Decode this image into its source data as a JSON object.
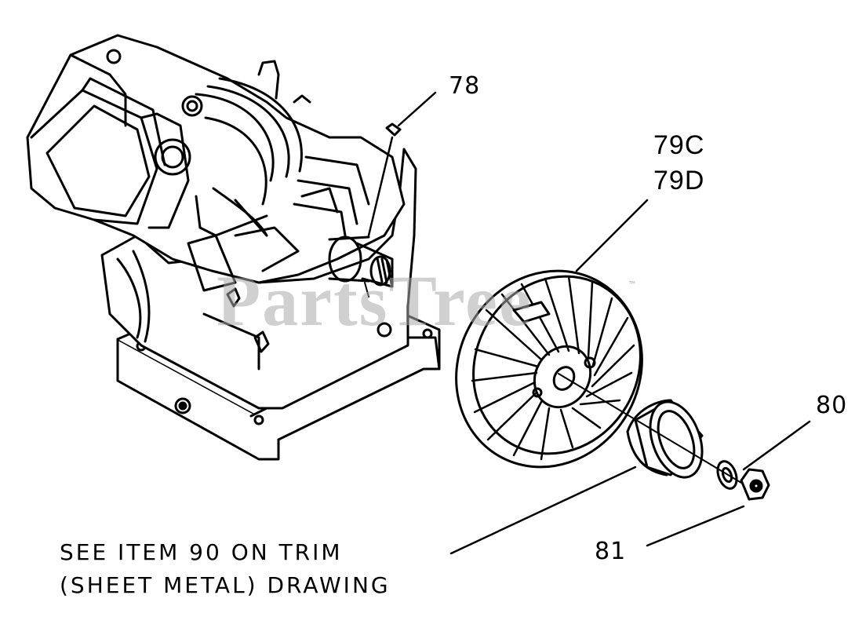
{
  "watermark": {
    "text": "PartsTree",
    "mark": "™"
  },
  "callouts": {
    "c78": "78",
    "c79c": "79C",
    "c79d": "79D",
    "c80": "80",
    "c81": "81"
  },
  "note": {
    "line1": "SEE ITEM 90 ON TRIM",
    "line2": "(SHEET METAL) DRAWING"
  },
  "parts": {
    "engine": "engine-block",
    "key": "crankshaft-key",
    "fan": "flywheel-fan",
    "hub": "cup-hub",
    "washer": "washer",
    "nut": "hex-nut"
  }
}
